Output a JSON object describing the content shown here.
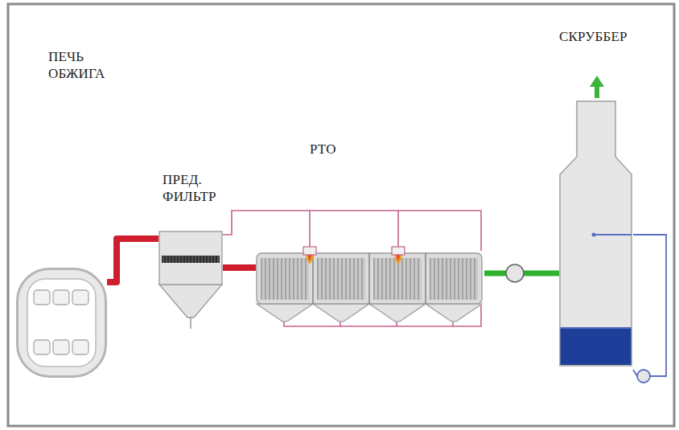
{
  "diagram": {
    "nodes": [
      {
        "text": [
          "ПЕЧЬ ОБЖИГА"
        ]
      },
      {
        "text": [
          "ПРЕД. ФИЛЬТР"
        ]
      },
      {
        "text": [
          "РТО"
        ]
      },
      {
        "text": [
          "СКРУББЕР"
        ]
      }
    ],
    "edges": [
      {
        "from": 0,
        "to": 1,
        "arrow": "none"
      },
      {
        "from": 1,
        "to": 2,
        "arrow": "none"
      },
      {
        "from": 2,
        "to": 3,
        "arrow": "none"
      }
    ]
  }
}
